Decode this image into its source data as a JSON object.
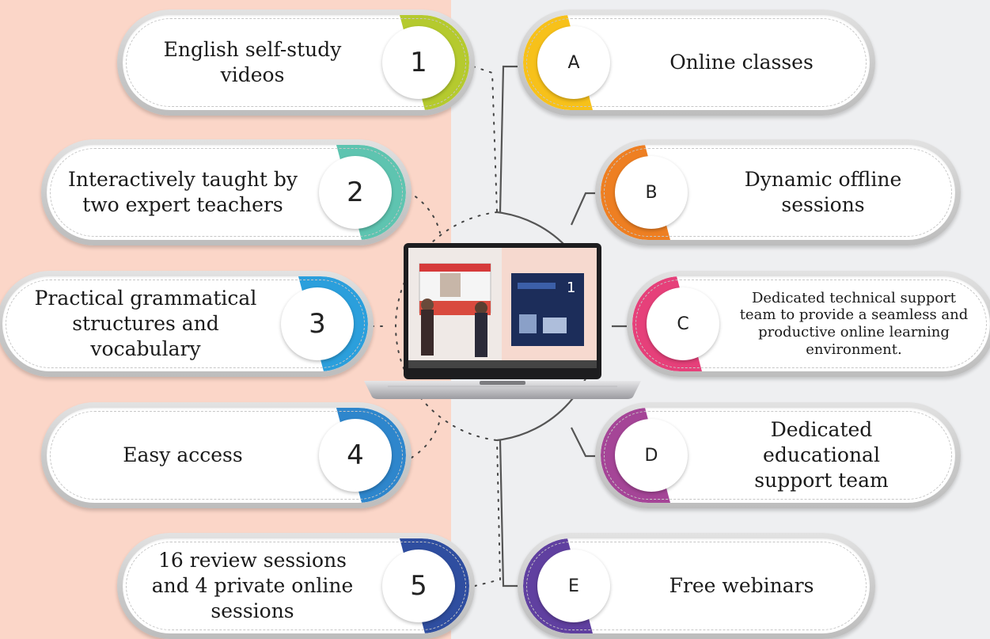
{
  "left_items": [
    {
      "number": "1",
      "text": "English self-study videos",
      "color": "#b5ca2e"
    },
    {
      "number": "2",
      "text": "Interactively taught by two expert teachers",
      "color": "#5ec4b0"
    },
    {
      "number": "3",
      "text": "Practical grammatical structures and vocabulary",
      "color": "#2b9fdc"
    },
    {
      "number": "4",
      "text": "Easy access",
      "color": "#2e86cc"
    },
    {
      "number": "5",
      "text": "16 review sessions and 4 private online sessions",
      "color": "#2f4ea0"
    }
  ],
  "right_items": [
    {
      "letter": "A",
      "text": "Online classes",
      "color": "#f7c11a"
    },
    {
      "letter": "B",
      "text": "Dynamic offline sessions",
      "color": "#ee7f22"
    },
    {
      "letter": "C",
      "text": "Dedicated technical support team to provide a seamless and productive online learning environment.",
      "color": "#e6407a"
    },
    {
      "letter": "D",
      "text": "Dedicated educational support team",
      "color": "#a54597"
    },
    {
      "letter": "E",
      "text": "Free webinars",
      "color": "#6040a0"
    }
  ],
  "laptop": {
    "slide_number": "1"
  },
  "colors": {
    "left_background": "#fbd6c8",
    "right_background": "#eeeff1"
  }
}
